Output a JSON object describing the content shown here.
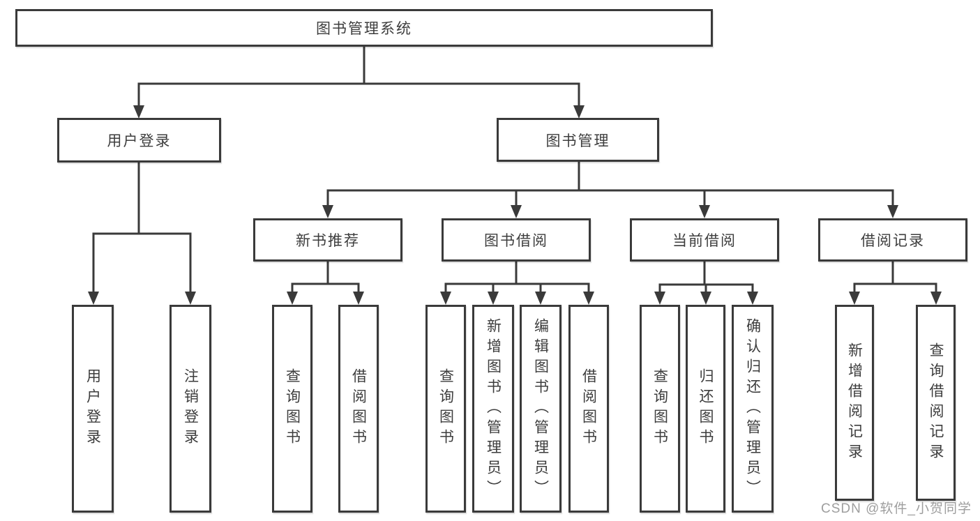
{
  "root": {
    "label": "图书管理系统"
  },
  "branches": [
    {
      "label": "用户登录",
      "children": [
        {
          "label": "用户登录"
        },
        {
          "label": "注销登录"
        }
      ]
    },
    {
      "label": "图书管理",
      "children": [
        {
          "label": "新书推荐",
          "children": [
            {
              "label": "查询图书"
            },
            {
              "label": "借阅图书"
            }
          ]
        },
        {
          "label": "图书借阅",
          "children": [
            {
              "label": "查询图书"
            },
            {
              "label": "新增图书（管理员）"
            },
            {
              "label": "编辑图书（管理员）"
            },
            {
              "label": "借阅图书"
            }
          ]
        },
        {
          "label": "当前借阅",
          "children": [
            {
              "label": "查询图书"
            },
            {
              "label": "归还图书"
            },
            {
              "label": "确认归还（管理员）"
            }
          ]
        },
        {
          "label": "借阅记录",
          "children": [
            {
              "label": "新增借阅记录"
            },
            {
              "label": "查询借阅记录"
            }
          ]
        }
      ]
    }
  ],
  "watermark": "CSDN @软件_小贺同学",
  "colors": {
    "line": "#3a3a3a",
    "text": "#3d3d3d",
    "background": "#ffffff",
    "watermark": "#9e9e9e"
  }
}
